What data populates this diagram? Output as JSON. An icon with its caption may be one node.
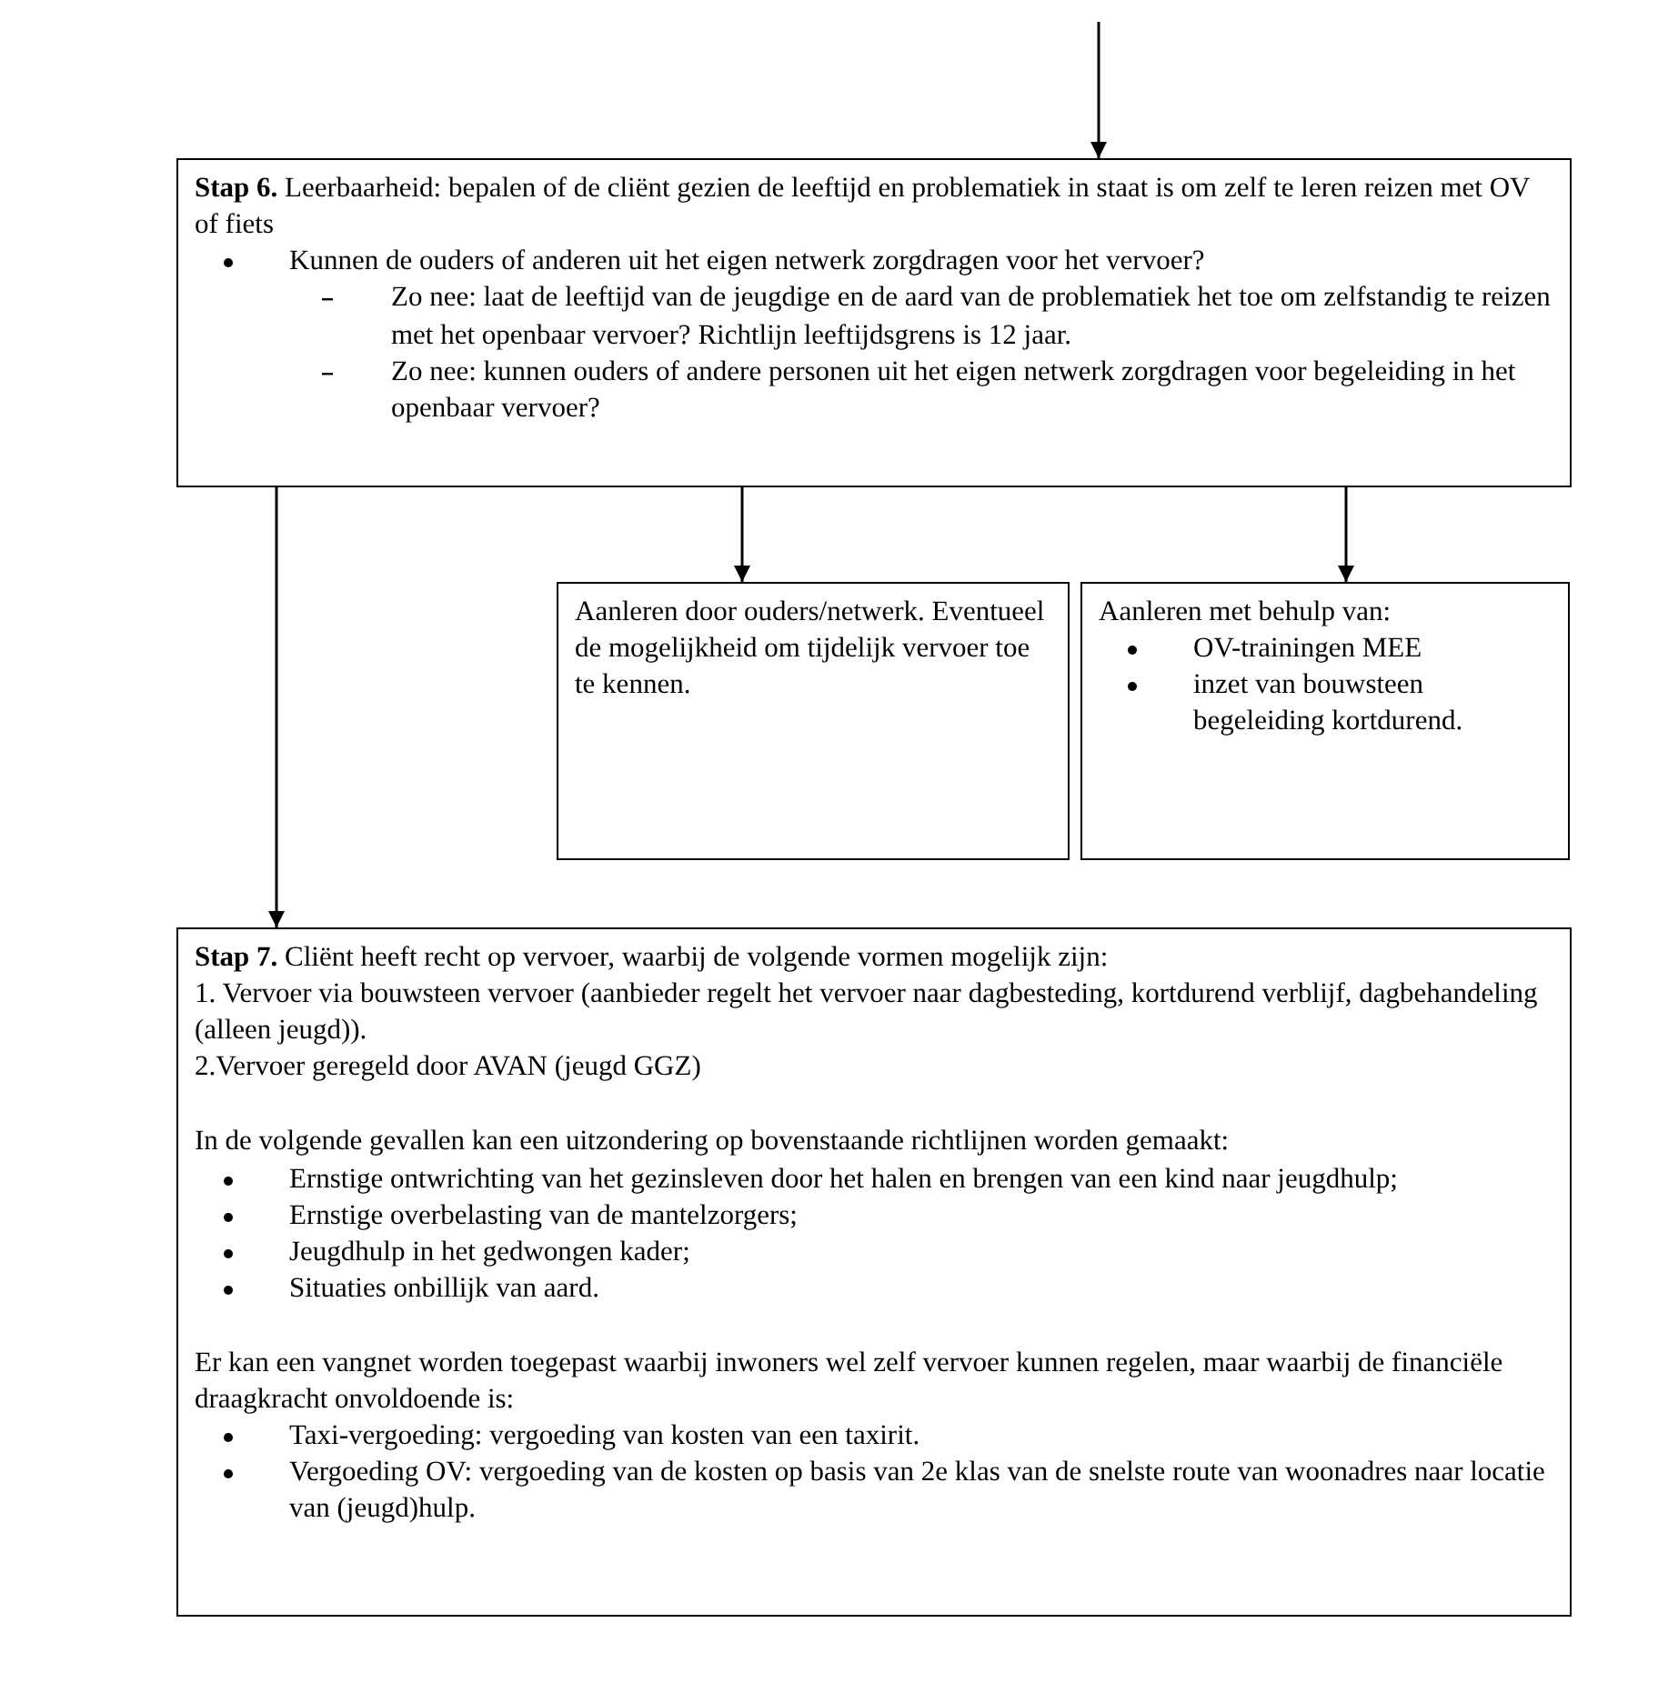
{
  "diagram": {
    "nodes": [
      {
        "text": [
          "**Stap 6.** Leerbaarheid: bepalen of de cliënt gezien de leeftijd en problematiek in staat is om zelf te leren reizen met OV of fiets",
          "Kunnen de ouders of anderen uit het eigen netwerk zorgdragen voor het vervoer?",
          "Zo nee: laat de leeftijd van de jeugdige en de aard van de problematiek het toe om zelfstandig te reizen met het openbaar vervoer? Richtlijn leeftijdsgrens is 12 jaar.",
          "Zo nee: kunnen ouders of andere personen uit het eigen netwerk zorgdragen voor begeleiding in het openbaar vervoer?"
        ]
      },
      {
        "text": [
          "Aanleren door ouders/netwerk. Eventueel de mogelijkheid om tijdelijk vervoer toe te kennen."
        ]
      },
      {
        "text": [
          "Aanleren met behulp van:",
          "OV-trainingen MEE",
          "inzet van bouwsteen begeleiding kortdurend."
        ]
      },
      {
        "text": [
          "**Stap 7.** Cliënt heeft recht op vervoer, waarbij de volgende vormen mogelijk zijn:",
          "1. Vervoer via bouwsteen vervoer (aanbieder regelt het vervoer naar dagbesteding, kortdurend verblijf, dagbehandeling (alleen jeugd)).",
          "2.Vervoer geregeld door AVAN (jeugd GGZ)",
          "In de volgende gevallen kan een uitzondering op bovenstaande richtlijnen worden gemaakt:",
          "Ernstige ontwrichting van het gezinsleven door het halen en brengen van een kind naar jeugdhulp;",
          "Ernstige overbelasting van de mantelzorgers;",
          "Jeugdhulp in het gedwongen kader;",
          "Situaties onbillijk van aard.",
          "Er kan een vangnet worden toegepast waarbij inwoners wel zelf vervoer kunnen regelen, maar waarbij de financiële draagkracht onvoldoende is:",
          "Taxi-vergoeding: vergoeding van kosten van een taxirit.",
          "Vergoeding OV: vergoeding van de kosten op basis van 2e klas van de snelste route van woonadres naar locatie van (jeugd)hulp."
        ]
      }
    ],
    "edges": [
      {
        "from": null,
        "to": 0,
        "arrow": "to"
      },
      {
        "from": 0,
        "to": 3,
        "arrow": "to"
      },
      {
        "from": 0,
        "to": 1,
        "arrow": "to"
      },
      {
        "from": 0,
        "to": 2,
        "arrow": "to"
      }
    ]
  }
}
